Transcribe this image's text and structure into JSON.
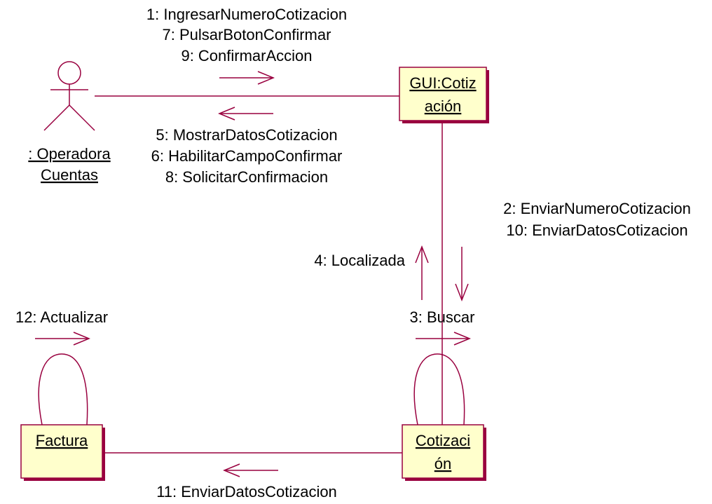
{
  "actor": {
    "name_line1": ": Operadora",
    "name_line2": "Cuentas"
  },
  "objects": {
    "gui": {
      "line1": "GUI:Cotiz",
      "line2": "ación"
    },
    "cotizacion": {
      "line1": "Cotizaci",
      "line2": "ón"
    },
    "factura": {
      "line1": "Factura"
    }
  },
  "messages": {
    "actor_to_gui": [
      "1: IngresarNumeroCotizacion",
      "7: PulsarBotonConfirmar",
      "9: ConfirmarAccion"
    ],
    "gui_to_actor": [
      "5: MostrarDatosCotizacion",
      "6: HabilitarCampoConfirmar",
      "8: SolicitarConfirmacion"
    ],
    "gui_to_cotizacion": [
      "2: EnviarNumeroCotizacion",
      "10: EnviarDatosCotizacion"
    ],
    "cotizacion_to_gui": [
      "4: Localizada"
    ],
    "cotizacion_self": [
      "3: Buscar"
    ],
    "factura_self": [
      "12: Actualizar"
    ],
    "cotizacion_to_factura": [
      "11: EnviarDatosCotizacion"
    ]
  },
  "colors": {
    "line": "#99003f",
    "box_fill": "#ffffcc"
  }
}
